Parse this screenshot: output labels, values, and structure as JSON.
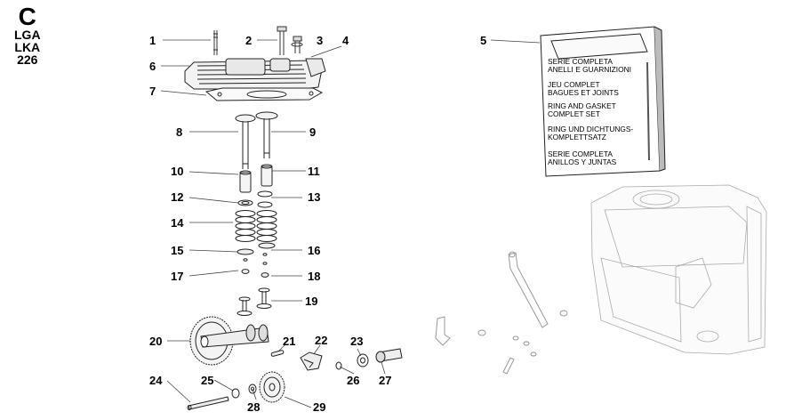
{
  "header": {
    "section": "C",
    "models": [
      "LGA",
      "LKA",
      "226"
    ]
  },
  "callouts": [
    "1",
    "2",
    "3",
    "4",
    "5",
    "6",
    "7",
    "8",
    "9",
    "10",
    "11",
    "12",
    "13",
    "14",
    "15",
    "16",
    "17",
    "18",
    "19",
    "20",
    "21",
    "22",
    "23",
    "24",
    "25",
    "26",
    "27",
    "28",
    "29"
  ],
  "gasket_set_box": {
    "lines": [
      "SERIE COMPLETA",
      "ANELLI E GUARNIZIONI",
      "JEU COMPLET",
      "BAGUES ET JOINTS",
      "RING AND GASKET",
      "COMPLET SET",
      "RING UND DICHTUNGS-",
      "KOMPLETTSATZ",
      "SERIE COMPLETA",
      "ANILLOS Y JUNTAS"
    ]
  }
}
